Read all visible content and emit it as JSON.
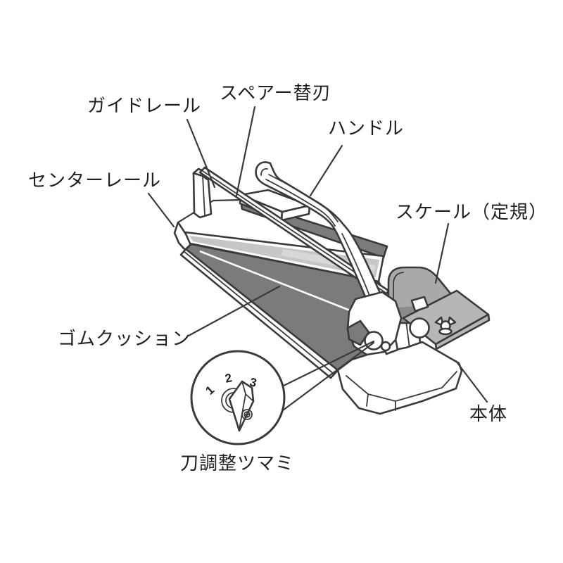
{
  "diagram": {
    "labels": {
      "guide_rail": "ガイドレール",
      "spare_blade": "スペアー替刃",
      "handle": "ハンドル",
      "center_rail": "センターレール",
      "scale": "スケール（定規）",
      "rubber_cushion": "ゴムクッション",
      "body": "本体",
      "blade_adjust_knob": "刀調整ツマミ"
    },
    "inset": {
      "dial_numbers": [
        "1",
        "2",
        "3"
      ]
    },
    "colors": {
      "outline": "#3a3a38",
      "cushion_gray": "#7b7b79",
      "rail_gray": "#c6c6c4",
      "rail_highlight": "#d8d8d6",
      "scale_back_gray": "#a9a9a7",
      "scale_front_gray": "#b6b6b4",
      "shadow_gray": "#8a8a88",
      "background": "#ffffff",
      "label_text": "#1f1f1f"
    }
  }
}
